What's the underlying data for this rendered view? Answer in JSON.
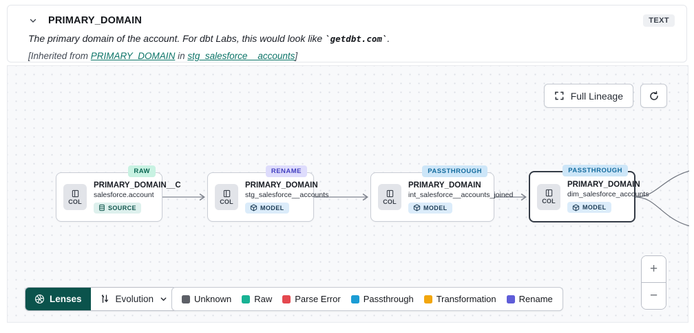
{
  "header": {
    "title": "PRIMARY_DOMAIN",
    "type_badge": "TEXT",
    "description_prefix": "The primary domain of the account. For dbt Labs, this would look like ",
    "description_code": "`getdbt.com`",
    "description_suffix": ".",
    "inherited_prefix": "[Inherited from ",
    "inherited_link_column": "PRIMARY_DOMAIN",
    "inherited_middle": " in ",
    "inherited_link_model": "stg_salesforce__accounts",
    "inherited_suffix": "]"
  },
  "toolbar": {
    "full_lineage_label": "Full Lineage"
  },
  "nodes": [
    {
      "evolution_badge": "RAW",
      "title": "PRIMARY_DOMAIN__C",
      "subtitle": "salesforce.account",
      "resource_type": "SOURCE",
      "col_label": "COL"
    },
    {
      "evolution_badge": "RENAME",
      "title": "PRIMARY_DOMAIN",
      "subtitle": "stg_salesforce__accounts",
      "resource_type": "MODEL",
      "col_label": "COL"
    },
    {
      "evolution_badge": "PASSTHROUGH",
      "title": "PRIMARY_DOMAIN",
      "subtitle": "int_salesforce__accounts_joined",
      "resource_type": "MODEL",
      "col_label": "COL"
    },
    {
      "evolution_badge": "PASSTHROUGH",
      "title": "PRIMARY_DOMAIN",
      "subtitle": "dim_salesforce_accounts",
      "resource_type": "MODEL",
      "col_label": "COL"
    }
  ],
  "zoom": {
    "in_label": "+",
    "out_label": "−"
  },
  "footer": {
    "lenses_label": "Lenses",
    "lens_selected": "Evolution",
    "legend": [
      {
        "label": "Unknown",
        "color": "#5d6067"
      },
      {
        "label": "Raw",
        "color": "#18b294"
      },
      {
        "label": "Parse Error",
        "color": "#e4484f"
      },
      {
        "label": "Passthrough",
        "color": "#1b9cd4"
      },
      {
        "label": "Transformation",
        "color": "#f2a60d"
      },
      {
        "label": "Rename",
        "color": "#5f5dd8"
      }
    ]
  },
  "colors": {
    "link_teal": "#0c7468",
    "lenses_bg": "#0b534c",
    "canvas_bg": "#f8f9fb",
    "raw_badge_bg": "#c8f2e2",
    "rename_badge_bg": "#dedcfc",
    "passthrough_badge_bg": "#cde6f8",
    "edge": "#80858f"
  }
}
